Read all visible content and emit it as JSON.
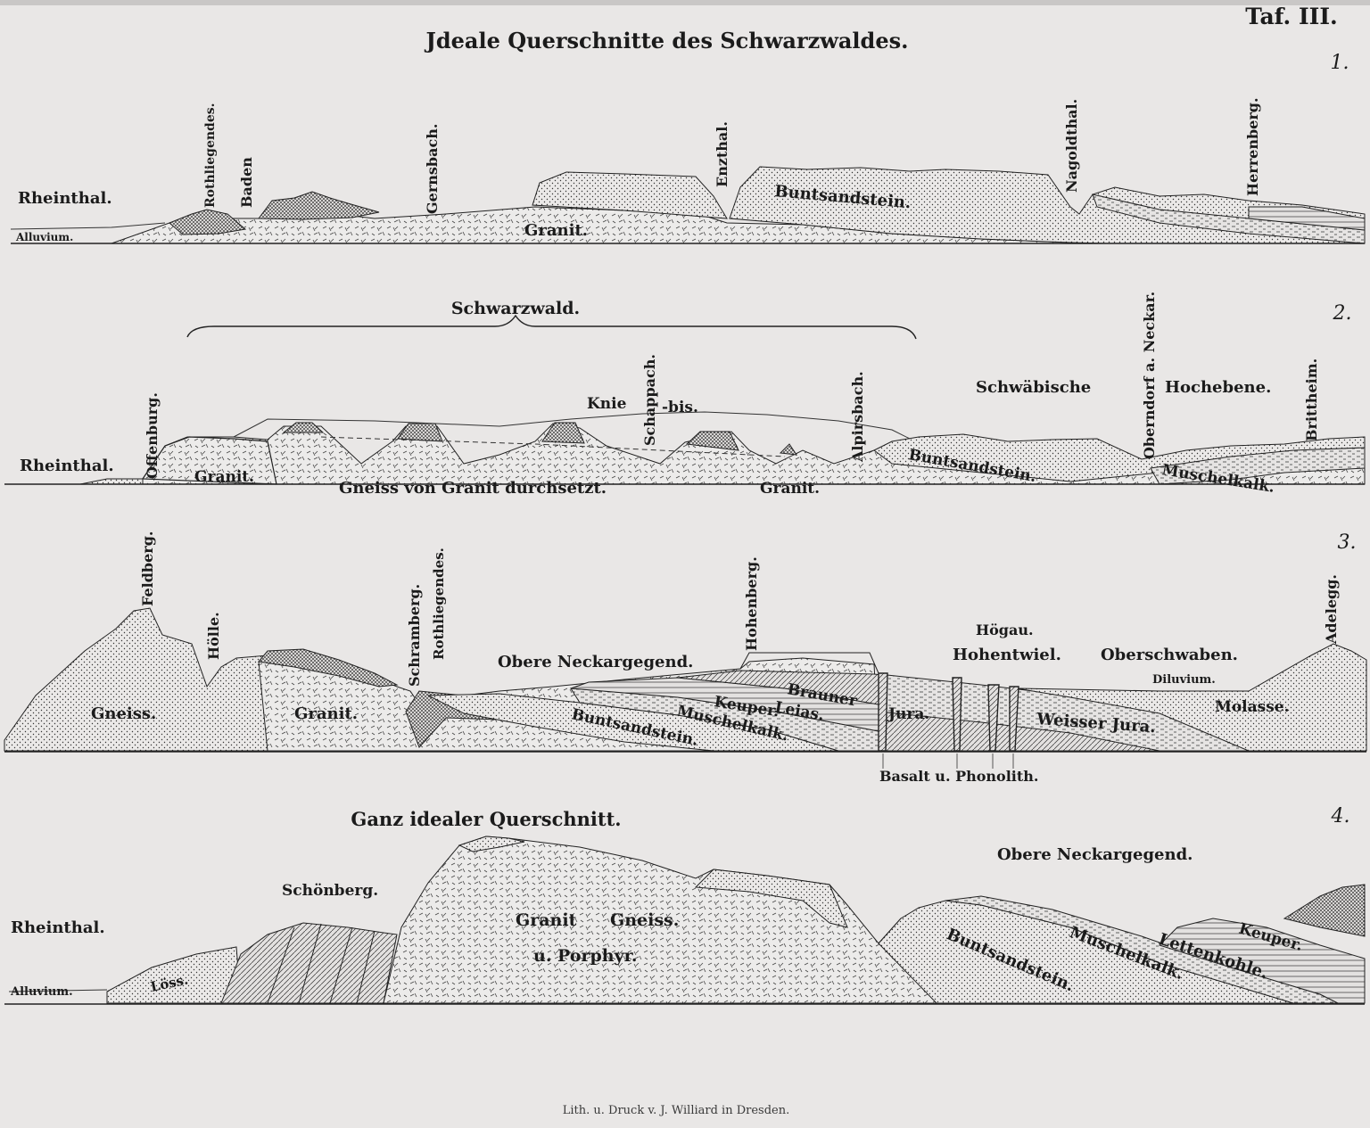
{
  "plate": {
    "title": "Jdeale Querschnitte des Schwarzwaldes.",
    "plate_number": "Taf. III.",
    "credit": "Lith. u. Druck v. J. Williard in Dresden."
  },
  "sections": [
    {
      "number": "1.",
      "labels": [
        "Rheinthal.",
        "Alluvium.",
        "Granit.",
        "Buntsandstein."
      ],
      "vertical_labels": [
        "Rothliegendes.",
        "Baden",
        "Gernsbach.",
        "Enzthal.",
        "Nagoldthal.",
        "Herrenberg."
      ]
    },
    {
      "number": "2.",
      "brace_label": "Schwarzwald.",
      "labels": [
        "Rheinthal.",
        "Granit.",
        "Gneiss von Granit durchsetzt.",
        "Granit.",
        "Knie",
        "-bis.",
        "Schwäbische",
        "Hochebene.",
        "Buntsandstein.",
        "Muschelkalk."
      ],
      "vertical_labels": [
        "Offenburg.",
        "Schappach.",
        "Alpirsbach.",
        "Oberndorf a. Neckar.",
        "Brittheim."
      ]
    },
    {
      "number": "3.",
      "labels": [
        "Gneiss.",
        "Granit.",
        "Obere Neckargegend.",
        "Högau.",
        "Hohentwiel.",
        "Oberschwaben.",
        "Diluvium.",
        "Brauner",
        "Leias.",
        "Keuper.",
        "Muschelkalk.",
        "Buntsandstein.",
        "Jura.",
        "Weisser Jura.",
        "Molasse.",
        "Basalt u. Phonolith."
      ],
      "vertical_labels": [
        "Feldberg.",
        "Hölle.",
        "Schramberg.",
        "Rothliegendes.",
        "Hohenberg.",
        "Adelegg."
      ]
    },
    {
      "number": "4.",
      "subtitle": "Ganz idealer Querschnitt.",
      "labels": [
        "Rheinthal.",
        "Alluvium.",
        "Löss.",
        "Schönberg.",
        "Granit",
        "Gneiss.",
        "u. Porphyr.",
        "Obere Neckargegend.",
        "Buntsandstein.",
        "Muschelkalk.",
        "Lettenkohle.",
        "Keuper."
      ]
    }
  ],
  "colors": {
    "paper": "#e9e7e6",
    "ink": "#1b1b1b"
  }
}
